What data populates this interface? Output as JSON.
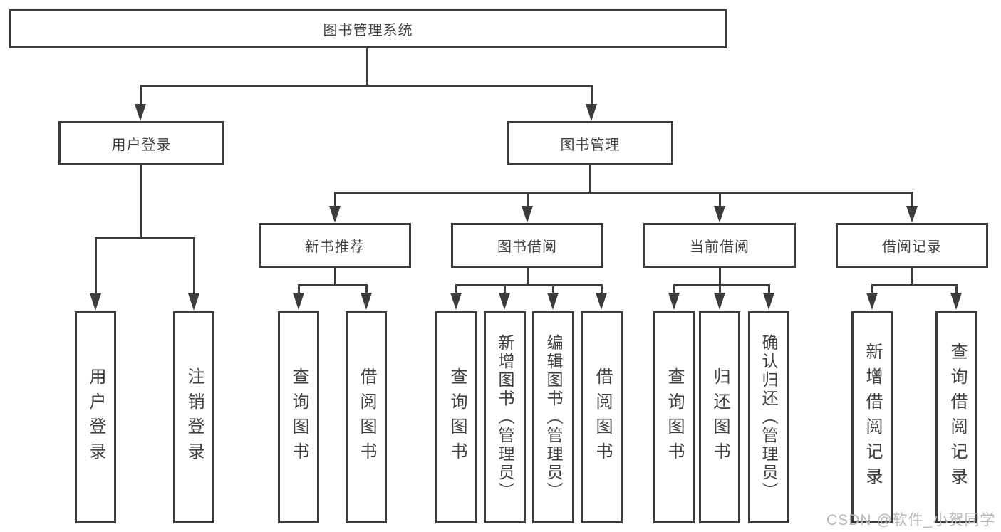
{
  "diagram_title": "图书管理系统",
  "nodes": {
    "root": "图书管理系统",
    "level2": [
      "用户登录",
      "图书管理"
    ],
    "level3": [
      "新书推荐",
      "图书借阅",
      "当前借阅",
      "借阅记录"
    ],
    "leaves": {
      "user_login": [
        "用户登录",
        "注销登录"
      ],
      "new_book": [
        "查询图书",
        "借阅图书"
      ],
      "book_borrow": [
        "查询图书",
        "新增图书（管理员）",
        "编辑图书（管理员）",
        "借阅图书"
      ],
      "current_borrow": [
        "查询图书",
        "归还图书",
        "确认归还（管理员）"
      ],
      "borrow_record": [
        "新增借阅记录",
        "查询借阅记录"
      ]
    }
  },
  "watermark": "CSDN @软件_小贺同学",
  "colors": {
    "line": "#3c3c3c",
    "text": "#404040",
    "watermark": "#b8b8b8",
    "background": "#ffffff"
  }
}
